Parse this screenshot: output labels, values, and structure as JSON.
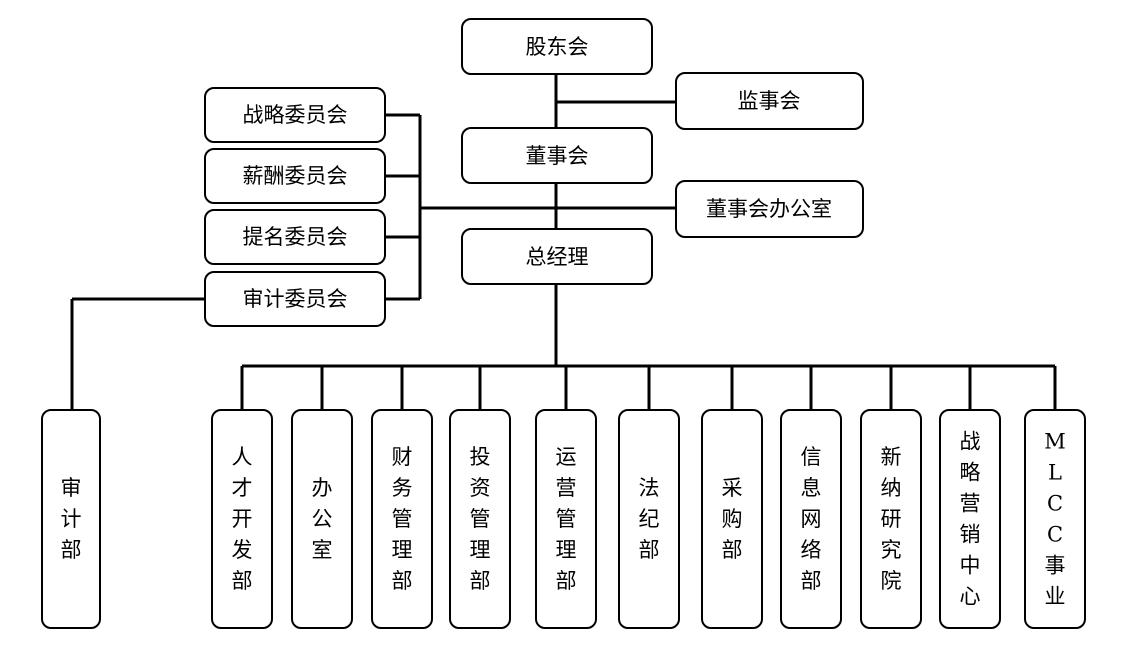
{
  "org_chart": {
    "shareholders": "股东会",
    "supervisory_board": "监事会",
    "board": "董事会",
    "board_office": "董事会办公室",
    "general_manager": "总经理",
    "committees": [
      "战略委员会",
      "薪酬委员会",
      "提名委员会",
      "审计委员会"
    ],
    "audit_department": "审计部",
    "departments": [
      "人才开发部",
      "办公室",
      "财务管理部",
      "投资管理部",
      "运营管理部",
      "法纪部",
      "采购部",
      "信息网络部",
      "新纳研究院",
      "战略营销中心",
      "MLCC事业"
    ]
  }
}
